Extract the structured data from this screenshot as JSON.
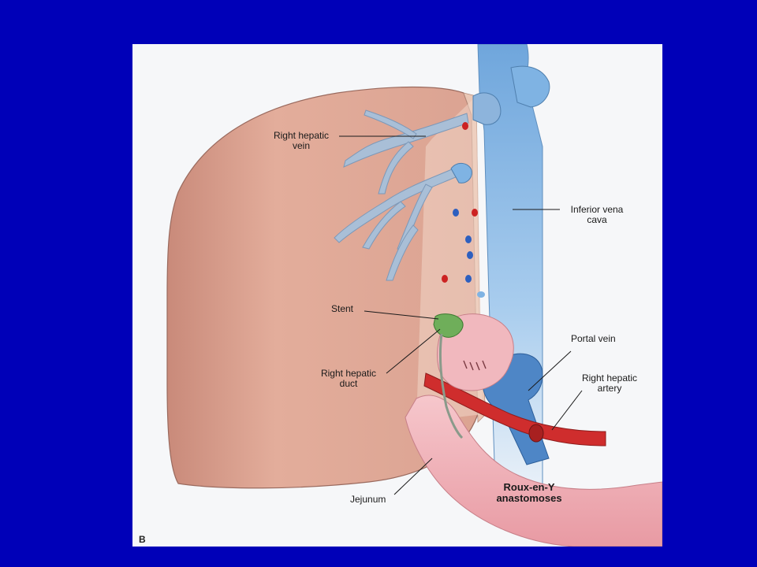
{
  "figure": {
    "panel_letter": "B",
    "labels": {
      "right_hepatic_vein": "Right hepatic\nvein",
      "inferior_vena_cava": "Inferior vena\ncava",
      "stent": "Stent",
      "right_hepatic_duct": "Right hepatic\nduct",
      "portal_vein": "Portal vein",
      "right_hepatic_artery": "Right hepatic\nartery",
      "jejunum": "Jejunum",
      "roux_en_y": "Roux-en-Y\nanastomoses"
    }
  },
  "colors": {
    "background": "#0000b8",
    "panel": "#f6f7f9",
    "liver": "#e0a996",
    "vein": "#9fb8d6",
    "vena_cava": "#7fb3e3",
    "portal_vein": "#4e86c6",
    "artery": "#cf2d2d",
    "jejunum": "#f1b8be",
    "stent": "#6fae5a"
  }
}
